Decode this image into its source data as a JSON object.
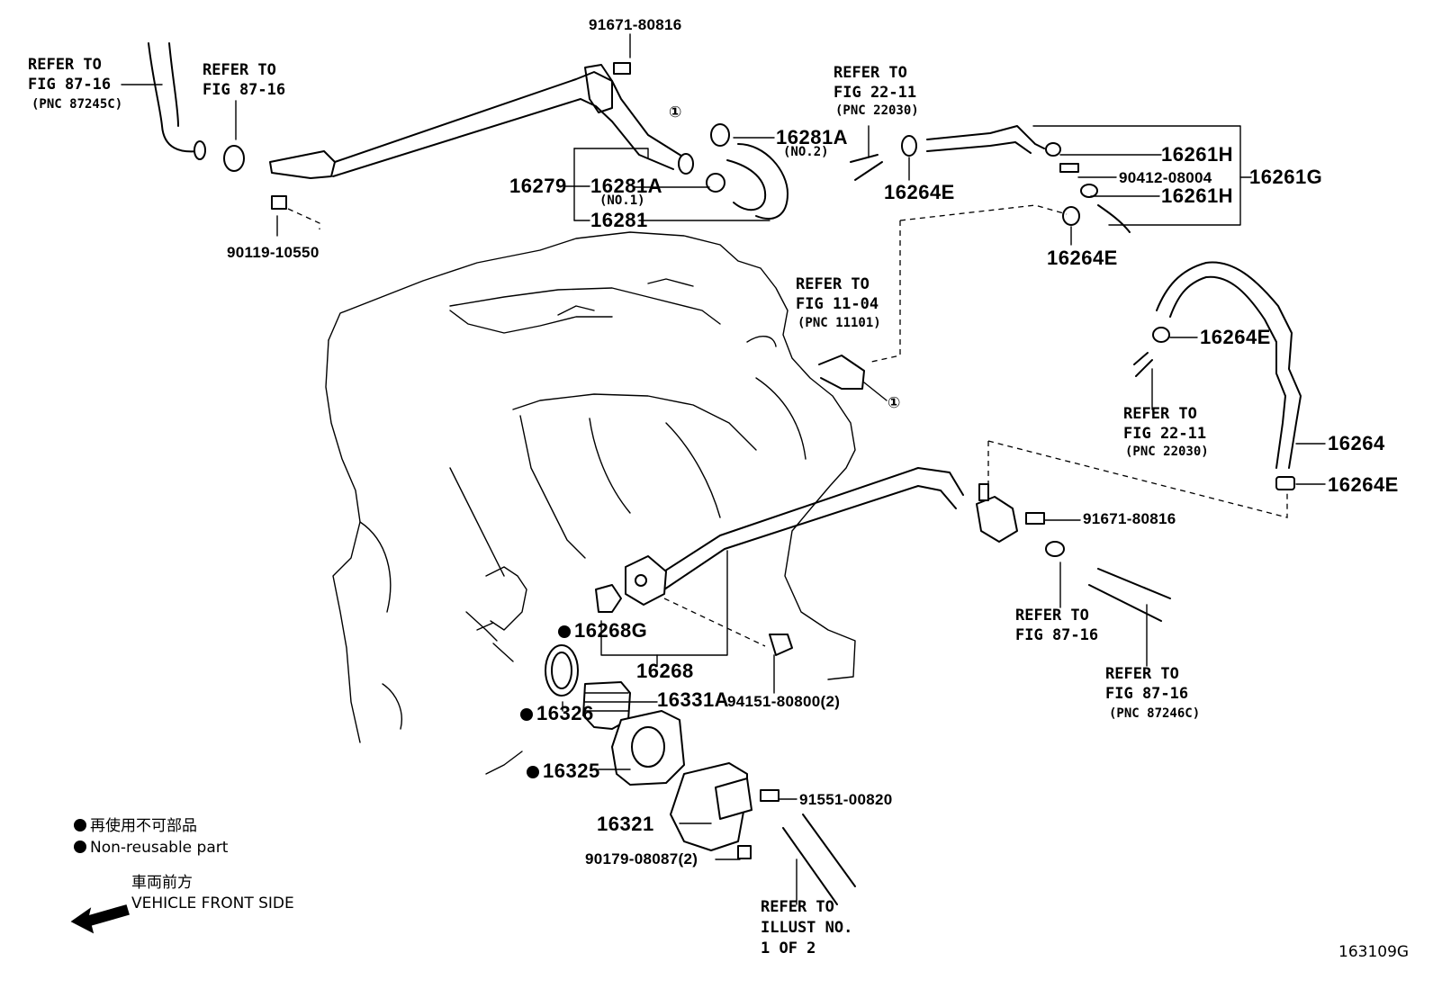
{
  "part_numbers": {
    "bolt_top": "91671-80816",
    "hose_clamp_no2": "16281A",
    "no2": "(NO.2)",
    "hose_group": "16279",
    "hose_clamp_no1": "16281A",
    "no1": "(NO.1)",
    "hose": "16281",
    "bolt_left": "90119-10550",
    "clip_right_top": "16264E",
    "clip_h1": "16261H",
    "valve": "90412-08004",
    "assembly_g": "16261G",
    "clip_h2": "16261H",
    "clip_right_mid": "16264E",
    "clip_right_side": "16264E",
    "hose_right": "16264",
    "clip_right_bottom": "16264E",
    "bolt_mid": "91671-80816",
    "gasket_g": "16268G",
    "pipe": "16268",
    "nut": "94151-80800(2)",
    "gasket_ring": "16326",
    "thermostat": "16331A",
    "gasket": "16325",
    "bolt_outlet": "91551-00820",
    "outlet": "16321",
    "stud": "90179-08087(2)",
    "ref_num": "①",
    "figure_id": "163109G"
  },
  "references": {
    "r1": {
      "l1": "REFER TO",
      "l2": "FIG 87-16",
      "l3": "(PNC 87245C)"
    },
    "r2": {
      "l1": "REFER TO",
      "l2": "FIG 87-16"
    },
    "r3": {
      "l1": "REFER TO",
      "l2": "FIG 22-11",
      "l3": "(PNC 22030)"
    },
    "r4": {
      "l1": "REFER TO",
      "l2": "FIG 11-04",
      "l3": "(PNC 11101)"
    },
    "r5": {
      "l1": "REFER TO",
      "l2": "FIG 22-11",
      "l3": "(PNC 22030)"
    },
    "r6": {
      "l1": "REFER TO",
      "l2": "FIG 87-16"
    },
    "r7": {
      "l1": "REFER TO",
      "l2": "FIG 87-16",
      "l3": "(PNC 87246C)"
    },
    "r8": {
      "l1": "REFER TO",
      "l2": "ILLUST NO.",
      "l3": "1 OF 2"
    }
  },
  "legend": {
    "nonreusable_jp": "再使用不可部品",
    "nonreusable_en": "Non-reusable part",
    "front_jp": "車両前方",
    "front_en": "VEHICLE FRONT SIDE"
  }
}
